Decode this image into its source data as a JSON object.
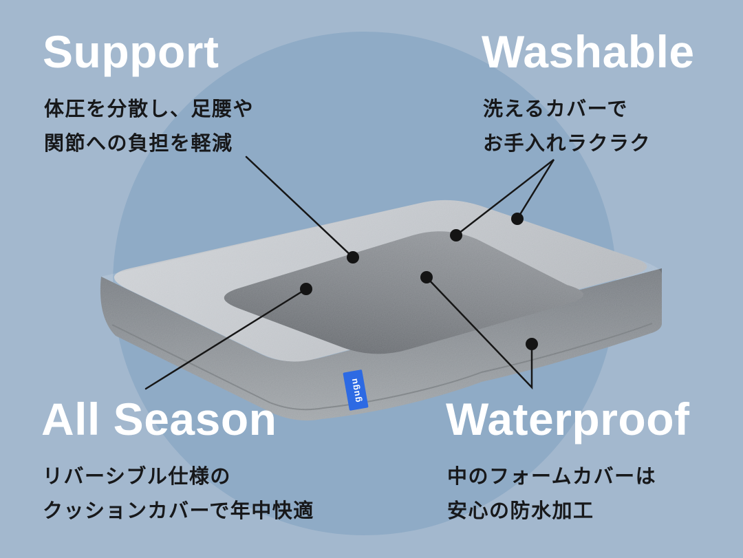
{
  "features": {
    "support": {
      "title": "Support",
      "line1": "体圧を分散し、足腰や",
      "line2": "関節への負担を軽減"
    },
    "washable": {
      "title": "Washable",
      "line1": "洗えるカバーで",
      "line2": "お手入れラクラク"
    },
    "all_season": {
      "title": "All Season",
      "line1": "リバーシブル仕様の",
      "line2": "クッションカバーで年中快適"
    },
    "waterproof": {
      "title": "Waterproof",
      "line1": "中のフォームカバーは",
      "line2": "安心の防水加工"
    }
  },
  "product": {
    "tag_label": "gugu"
  },
  "colors": {
    "background": "#a3b8ce",
    "circle": "#8fabc6",
    "headline_text": "#ffffff",
    "body_text": "#17181a",
    "callout": "#161616",
    "tag_blue": "#2d6ae3",
    "bed_rim_gray": "#bfc3c8",
    "bed_cushion_gray": "#6f7378",
    "bed_side_gray": "#82878c"
  }
}
